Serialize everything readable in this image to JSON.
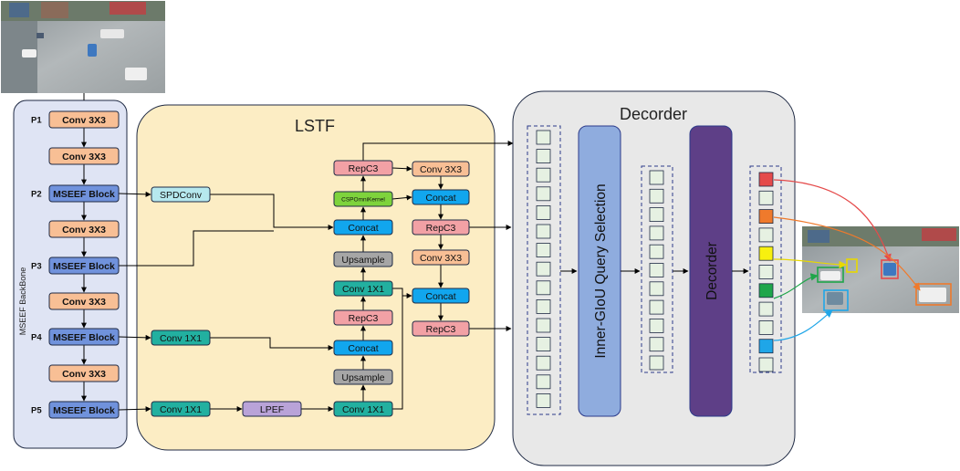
{
  "backbone": {
    "title": "MSEEF BackBone",
    "stage_labels": [
      "P1",
      "P2",
      "P3",
      "P4",
      "P5"
    ],
    "blocks": [
      "Conv 3X3",
      "Conv 3X3",
      "MSEEF Block",
      "Conv 3X3",
      "MSEEF Block",
      "Conv 3X3",
      "MSEEF Block",
      "Conv 3X3",
      "MSEEF Block"
    ]
  },
  "neck": {
    "title": "LSTF",
    "side_blocks": [
      "SPDConv",
      "Conv 1X1",
      "Conv 1X1",
      "LPEF"
    ],
    "center_column": [
      "RepC3",
      "CSPOmniKernel",
      "Concat",
      "Upsample",
      "Conv 1X1",
      "RepC3",
      "Concat",
      "Upsample",
      "Conv 1X1"
    ],
    "right_column": [
      "Conv 3X3",
      "Concat",
      "RepC3",
      "Conv 3X3",
      "Concat",
      "RepC3"
    ]
  },
  "decoder": {
    "title": "Decorder",
    "query_selection_label": "Inner-GIoU Query Selection",
    "decoder_block_label": "Decorder"
  },
  "colors": {
    "conv3x3": "#f8bf95",
    "mseef": "#7092dc",
    "spdconv": "#b6e8ee",
    "conv1x1": "#22b0a0",
    "lpef": "#b9a3d8",
    "repc3": "#f2a1a5",
    "csp": "#7ed33c",
    "concat": "#11a6ee",
    "upsample": "#a6a6a6",
    "query_selection": "#8facde",
    "decoder_block": "#5e3f87",
    "backbone_bg": "#dfe4f4",
    "lstf_bg": "#fcedc4",
    "decoder_bg": "#e8e8e8",
    "query_cell": "#e6f1e2",
    "class_red": "#e54a4a",
    "class_orange": "#ef7a2c",
    "class_yellow": "#f8f00f",
    "class_green": "#1fa64a",
    "class_blue": "#1fa6e8"
  },
  "images": [
    {
      "name": "input-aerial-image",
      "icon": "aerial-photo-icon"
    },
    {
      "name": "output-detection-image",
      "icon": "aerial-photo-detections-icon"
    }
  ]
}
